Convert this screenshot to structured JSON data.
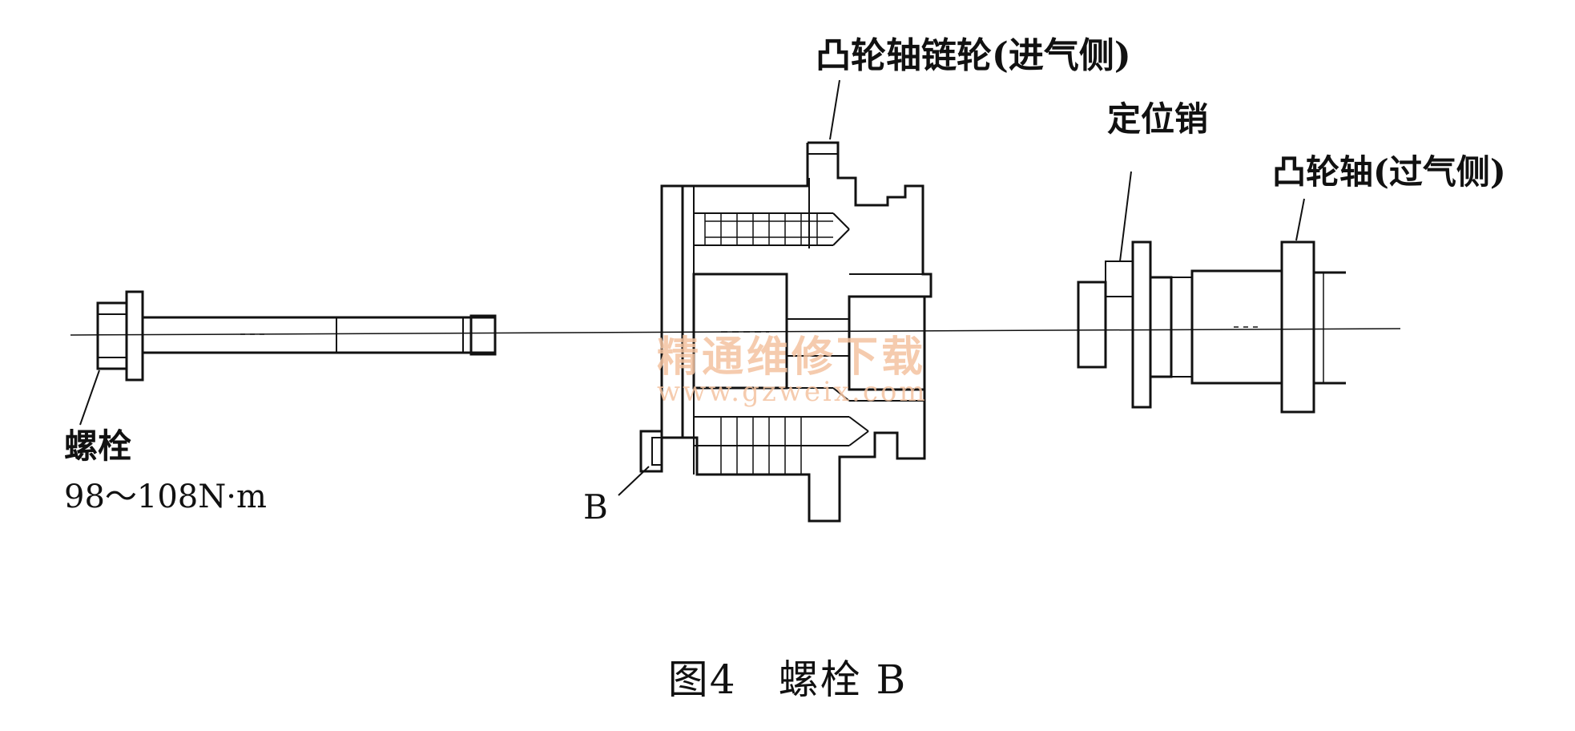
{
  "labels": {
    "intake_sprocket": "凸轮轴链轮(进气侧)",
    "locating_pin": "定位销",
    "camshaft": "凸轮轴(过气侧)",
    "bolt": "螺栓",
    "torque": "98～108N·m",
    "bolt_b": "B"
  },
  "caption": "图4　螺栓 B",
  "watermark": {
    "cn": "精通维修下载",
    "url": "www.gzweix.com"
  },
  "colors": {
    "ink": "#111111",
    "watermark": "#f4c3a0"
  }
}
